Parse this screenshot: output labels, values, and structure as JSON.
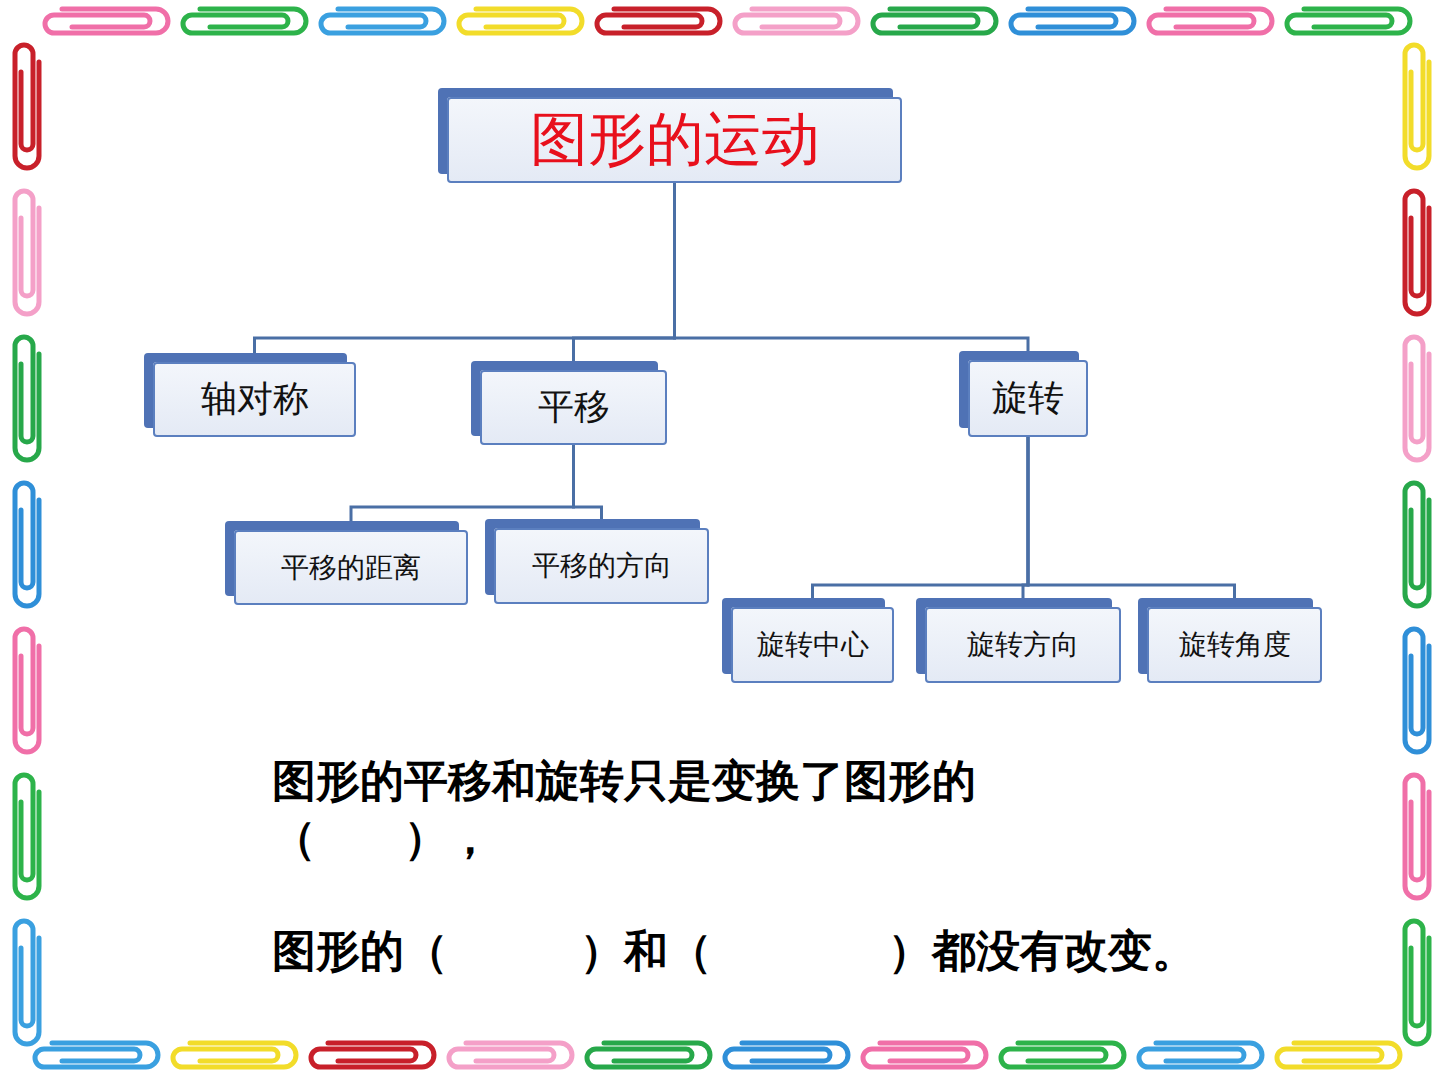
{
  "diagram": {
    "nodes": [
      {
        "text": [
          "图形的运动"
        ]
      },
      {
        "text": [
          "轴对称"
        ]
      },
      {
        "text": [
          "平移"
        ]
      },
      {
        "text": [
          "旋转"
        ]
      },
      {
        "text": [
          "平移的距离"
        ]
      },
      {
        "text": [
          "平移的方向"
        ]
      },
      {
        "text": [
          "旋转中心"
        ]
      },
      {
        "text": [
          "旋转方向"
        ]
      },
      {
        "text": [
          "旋转角度"
        ]
      }
    ],
    "edges": [
      {
        "from": 0,
        "to": 1,
        "arrow": "none"
      },
      {
        "from": 0,
        "to": 2,
        "arrow": "none"
      },
      {
        "from": 0,
        "to": 3,
        "arrow": "none"
      },
      {
        "from": 2,
        "to": 4,
        "arrow": "none"
      },
      {
        "from": 2,
        "to": 5,
        "arrow": "none"
      },
      {
        "from": 3,
        "to": 6,
        "arrow": "none"
      },
      {
        "from": 3,
        "to": 7,
        "arrow": "none"
      },
      {
        "from": 3,
        "to": 8,
        "arrow": "none"
      }
    ],
    "labels": [
      "图形的平移和旋转只是变换了图形的（　　），",
      "图形的（　　　）和（　　　　）都没有改变。"
    ]
  }
}
